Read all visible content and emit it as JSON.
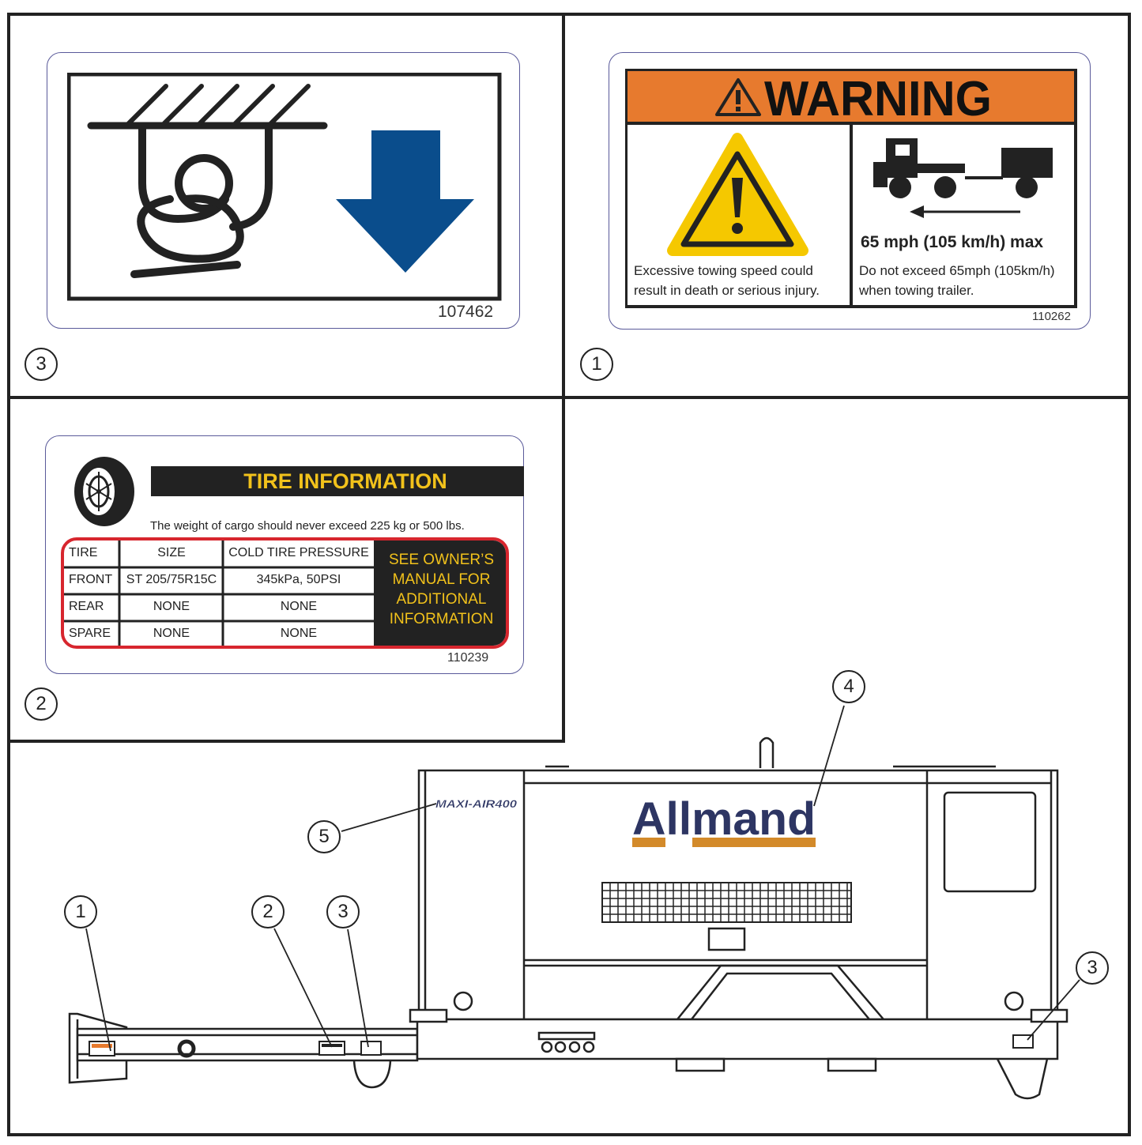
{
  "colors": {
    "frame": "#222222",
    "arrow_blue": "#0a4d8c",
    "warning_orange": "#e77a2e",
    "warning_yellow": "#f5c800",
    "tire_gold": "#f2c21b",
    "tire_red": "#d7262e",
    "allmand_navy": "#2d3563",
    "allmand_orange": "#d38a2a"
  },
  "label_lift": {
    "callout": "3",
    "part_number": "107462",
    "icons": [
      "lifting-hook-icon",
      "down-arrow-icon"
    ]
  },
  "label_warning": {
    "callout": "1",
    "header": "WARNING",
    "left_text_line1": "Excessive towing speed could",
    "left_text_line2": "result in death or serious injury.",
    "right_heading": "65 mph (105 km/h) max",
    "right_text_line1": "Do not exceed 65mph (105km/h)",
    "right_text_line2": "when towing trailer.",
    "part_number": "110262",
    "icons": [
      "warning-triangle-icon",
      "truck-trailer-icon"
    ]
  },
  "label_tire": {
    "callout": "2",
    "title": "TIRE INFORMATION",
    "cargo_note": "The weight of cargo should never exceed 225 kg or 500 lbs.",
    "headers": [
      "TIRE",
      "SIZE",
      "COLD TIRE PRESSURE"
    ],
    "rows": [
      [
        "FRONT",
        "ST 205/75R15C",
        "345kPa, 50PSI"
      ],
      [
        "REAR",
        "NONE",
        "NONE"
      ],
      [
        "SPARE",
        "NONE",
        "NONE"
      ]
    ],
    "owner_note": [
      "SEE OWNER’S",
      "MANUAL FOR",
      "ADDITIONAL",
      "INFORMATION"
    ],
    "part_number": "110239",
    "icons": [
      "tire-icon"
    ]
  },
  "machine": {
    "brand": "Allmand",
    "model_badge": "MAXI-AIR400",
    "callouts": [
      "1",
      "2",
      "3",
      "3",
      "4",
      "5"
    ]
  }
}
